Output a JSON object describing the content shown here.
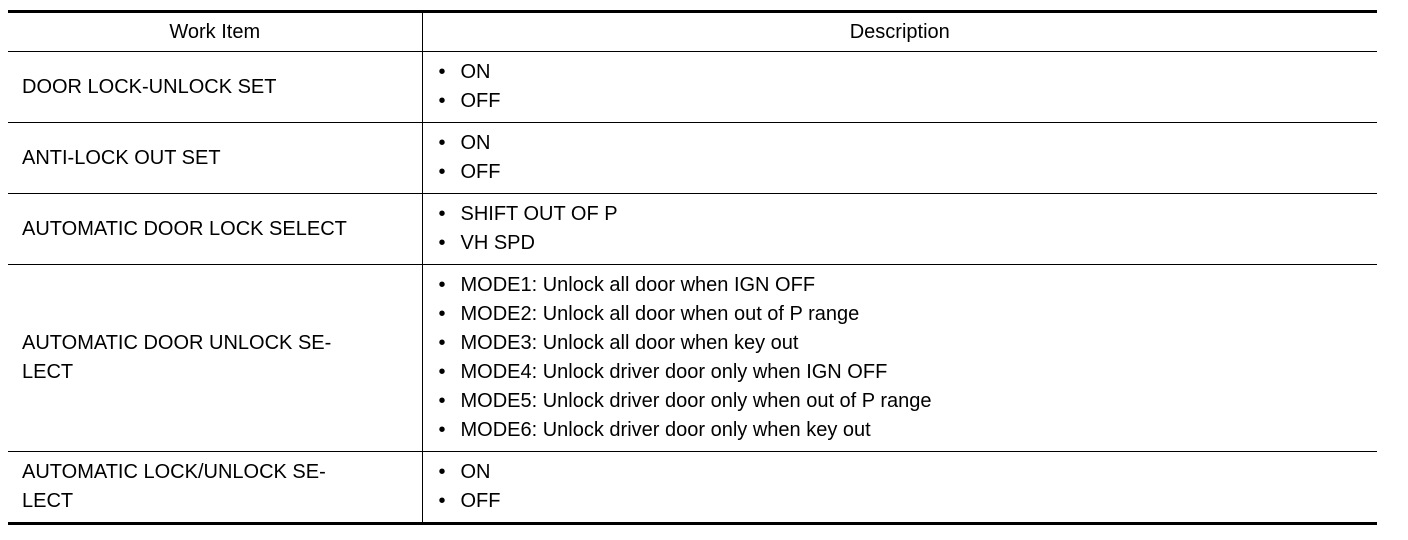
{
  "table": {
    "headers": [
      "Work Item",
      "Description"
    ],
    "rows": [
      {
        "item_lines": [
          "DOOR LOCK-UNLOCK SET"
        ],
        "options": [
          "ON",
          "OFF"
        ]
      },
      {
        "item_lines": [
          "ANTI-LOCK OUT SET"
        ],
        "options": [
          "ON",
          "OFF"
        ]
      },
      {
        "item_lines": [
          "AUTOMATIC DOOR LOCK SELECT"
        ],
        "options": [
          "SHIFT OUT OF P",
          "VH SPD"
        ]
      },
      {
        "item_lines": [
          "AUTOMATIC DOOR UNLOCK SE-",
          "LECT"
        ],
        "options": [
          "MODE1: Unlock all door when IGN OFF",
          "MODE2: Unlock all door when out of P range",
          "MODE3: Unlock all door when key out",
          "MODE4: Unlock driver door only when IGN OFF",
          "MODE5: Unlock driver door only when out of P range",
          "MODE6: Unlock driver door only when key out"
        ]
      },
      {
        "item_lines": [
          "AUTOMATIC LOCK/UNLOCK SE-",
          "LECT"
        ],
        "options": [
          "ON",
          "OFF"
        ]
      }
    ]
  },
  "bullet_char": "•"
}
